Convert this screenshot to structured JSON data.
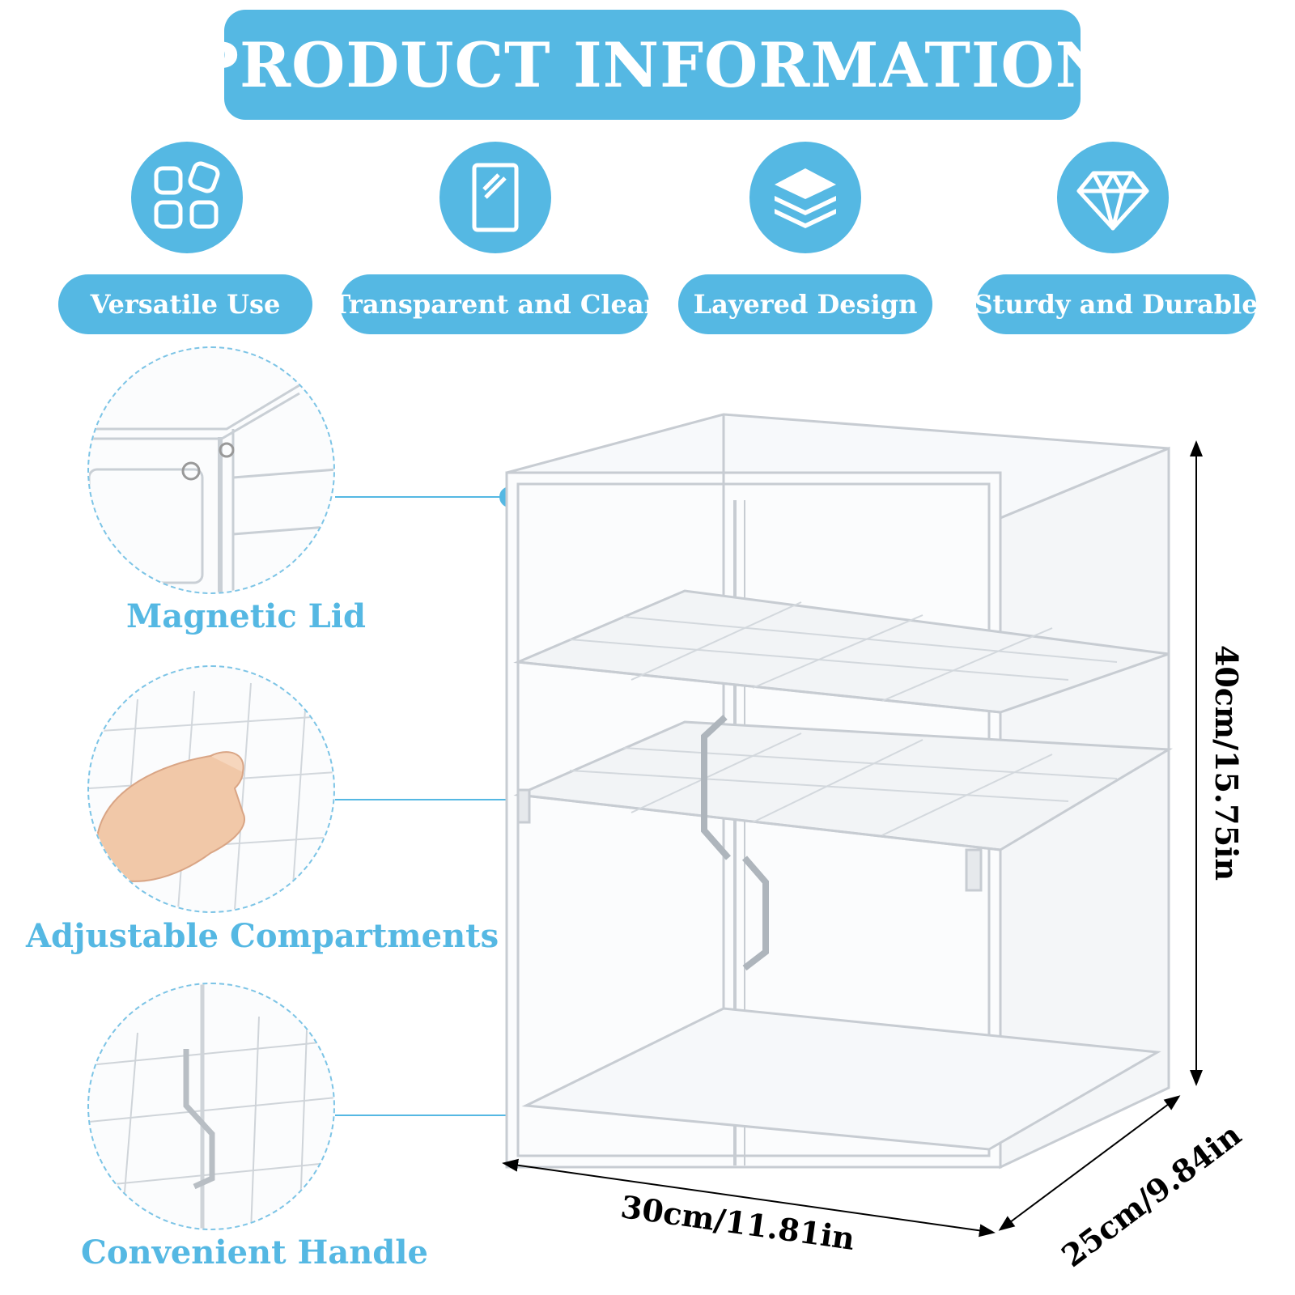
{
  "header": {
    "title": "PRODUCT INFORMATION"
  },
  "features": [
    {
      "label": "Versatile Use",
      "icon": "grid-squares-icon"
    },
    {
      "label": "Transparent and Clear",
      "icon": "glass-panel-icon"
    },
    {
      "label": "Layered Design",
      "icon": "layers-icon"
    },
    {
      "label": "Sturdy and Durable",
      "icon": "diamond-icon"
    }
  ],
  "details": [
    {
      "label": "Magnetic Lid"
    },
    {
      "label": "Adjustable Compartments"
    },
    {
      "label": "Convenient Handle"
    }
  ],
  "dimensions": {
    "height": "40cm/15.75in",
    "width": "30cm/11.81in",
    "depth": "25cm/9.84in"
  },
  "colors": {
    "accent": "#55b8e3",
    "text_on_accent": "#ffffff"
  }
}
